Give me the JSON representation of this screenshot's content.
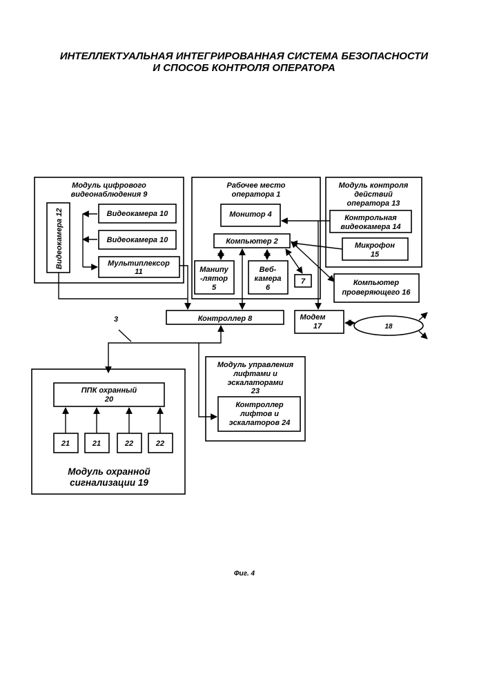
{
  "title": {
    "line1": "ИНТЕЛЛЕКТУАЛЬНАЯ ИНТЕГРИРОВАННАЯ СИСТЕМА БЕЗОПАСНОСТИ",
    "line2": "И СПОСОБ КОНТРОЛЯ ОПЕРАТОРА"
  },
  "video_module": {
    "line1": "Модуль цифрового",
    "line2": "видеонаблюдения 9"
  },
  "videocam12": "Видеокамера 12",
  "videocam10a": "Видеокамера 10",
  "videocam10b": "Видеокамера 10",
  "multiplexer": {
    "line1": "Мультиплексор",
    "line2": "11"
  },
  "workplace": {
    "line1": "Рабочее место",
    "line2": "оператора 1"
  },
  "monitor": "Монитор 4",
  "computer": "Компьютер 2",
  "manipulator": {
    "line1": "Манипу",
    "line2": "-лятор",
    "line3": "5"
  },
  "webcam": {
    "line1": "Веб-",
    "line2": "камера",
    "line3": "6"
  },
  "box7": "7",
  "control_module": {
    "line1": "Модуль контроля",
    "line2": "действий",
    "line3": "оператора 13"
  },
  "control_cam": {
    "line1": "Контрольная",
    "line2": "видеокамера 14"
  },
  "microphone": {
    "line1": "Микрофон",
    "line2": "15"
  },
  "checker_pc": {
    "line1": "Компьютер",
    "line2": "проверяющего 16"
  },
  "controller": "Контроллер  8",
  "modem": {
    "line1": "Модем",
    "line2": "17"
  },
  "network": "18",
  "label3": "3",
  "lift_module": {
    "line1": "Модуль управления",
    "line2": "лифтами и",
    "line3": "эскалаторами",
    "line4": "23"
  },
  "lift_controller": {
    "line1": "Контроллер",
    "line2": "лифтов и",
    "line3": "эскалаторов 24"
  },
  "ppk": {
    "line1": "ППК охранный",
    "line2": "20"
  },
  "sensors": [
    "21",
    "21",
    "22",
    "22"
  ],
  "alarm_module": {
    "line1": "Модуль охранной",
    "line2": "сигнализации 19"
  },
  "caption": "Фиг. 4"
}
